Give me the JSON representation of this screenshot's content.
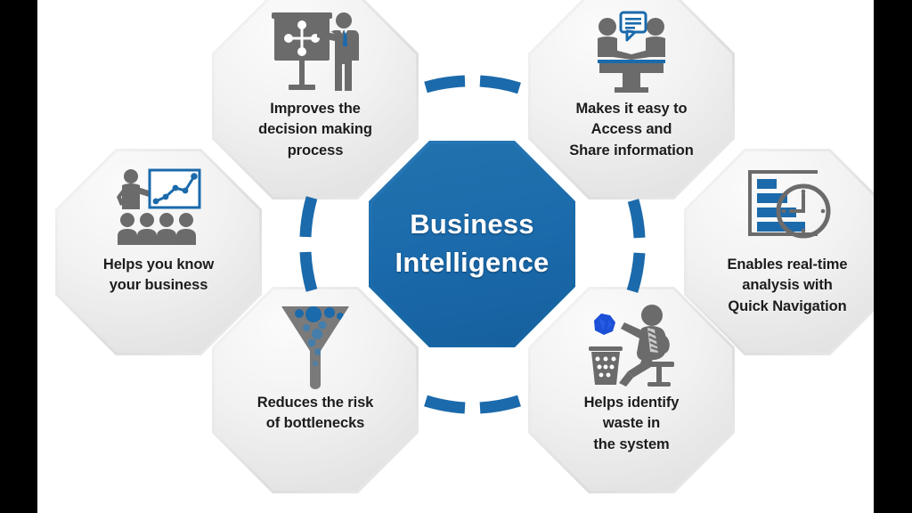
{
  "diagram": {
    "title": "Business Intelligence",
    "center": {
      "line1": "Business",
      "line2": "Intelligence",
      "shape": "octagon",
      "fill_color": "#1b6aab",
      "text_color": "#ffffff"
    },
    "colors": {
      "accent_blue": "#1b6aab",
      "icon_gray": "#6b6b6b",
      "node_fill": "#e9e9e9",
      "page_background": "#ffffff",
      "letterbox": "#000000",
      "label_text": "#1c1c1c"
    },
    "connector": {
      "style": "dashed-ring",
      "color": "#1b6aab",
      "segments": 8
    },
    "nodes": [
      {
        "id": "improves-decision-making",
        "position": "top-left",
        "icon_name": "presenter-flipchart-icon",
        "label_lines": [
          "Improves the",
          "decision making",
          "process"
        ],
        "label": "Improves the decision making process"
      },
      {
        "id": "access-share-information",
        "position": "top-right",
        "icon_name": "meeting-speech-bubble-icon",
        "label_lines": [
          "Makes it easy to",
          "Access and",
          "Share information"
        ],
        "label": "Makes it easy to Access and Share information"
      },
      {
        "id": "know-your-business",
        "position": "left",
        "icon_name": "presentation-audience-chart-icon",
        "label_lines": [
          "Helps you know",
          "your business"
        ],
        "label": "Helps you know your business"
      },
      {
        "id": "real-time-analysis",
        "position": "right",
        "icon_name": "bar-chart-clock-icon",
        "label_lines": [
          "Enables real-time",
          "analysis with",
          "Quick Navigation"
        ],
        "label": "Enables real-time analysis with Quick Navigation"
      },
      {
        "id": "reduces-bottlenecks",
        "position": "bottom-left",
        "icon_name": "funnel-icon",
        "label_lines": [
          "Reduces the risk",
          "of bottlenecks"
        ],
        "label": "Reduces the risk of bottlenecks"
      },
      {
        "id": "identify-waste",
        "position": "bottom-right",
        "icon_name": "person-throwing-paper-trash-icon",
        "label_lines": [
          "Helps identify",
          "waste in",
          "the system"
        ],
        "label": "Helps identify waste in the system"
      }
    ]
  }
}
